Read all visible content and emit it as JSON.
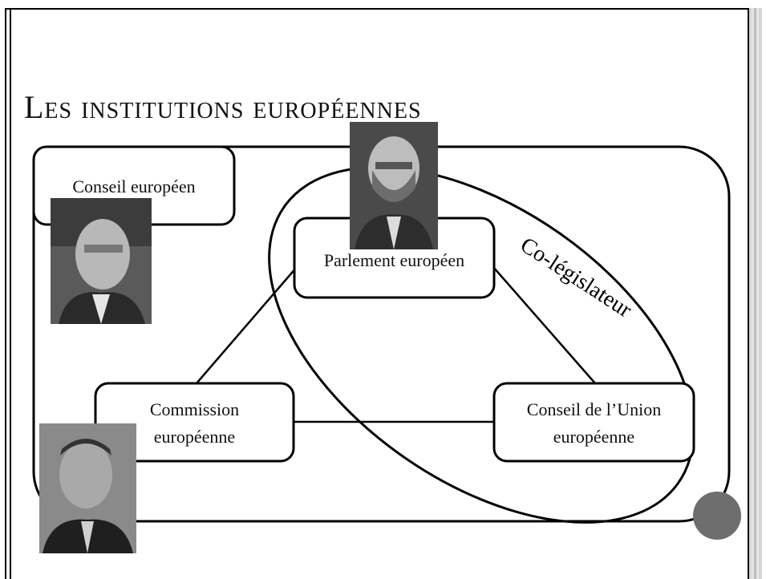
{
  "slide": {
    "title": "Les institutions européennes",
    "institutions": {
      "european_council": "Conseil européen",
      "parliament": "Parlement européen",
      "commission_line1": "Commission",
      "commission_line2": "européenne",
      "council_eu_line1": "Conseil de l’Union",
      "council_eu_line2": "européenne"
    },
    "co_legislator_label": "Co-législateur",
    "photos": [
      {
        "name": "president-european-council-photo"
      },
      {
        "name": "president-parliament-photo"
      },
      {
        "name": "president-commission-photo"
      }
    ],
    "accent_color": "#6e6e6e"
  }
}
